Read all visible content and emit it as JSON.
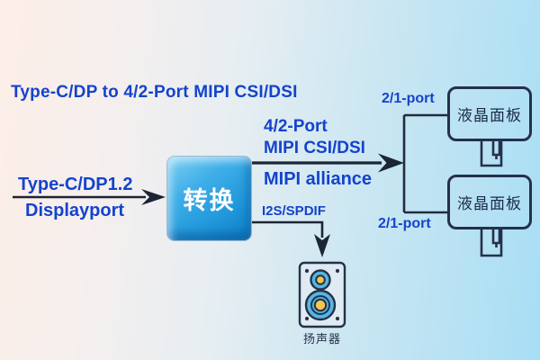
{
  "title": "Type-C/DP to 4/2-Port MIPI CSI/DSI",
  "diagram": {
    "input": {
      "protocol": "Type-C/DP1.2",
      "name": "Displayport"
    },
    "converter": {
      "label": "转换"
    },
    "video_output": {
      "port_desc": "4/2-Port",
      "interface": "MIPI CSI/DSI",
      "standard": "MIPI alliance"
    },
    "audio_output": {
      "interface": "I2S/SPDIF"
    },
    "displays": {
      "top_port_label": "2/1-port",
      "bottom_port_label": "2/1-port",
      "top_panel_label": "液晶面板",
      "bottom_panel_label": "液晶面板"
    },
    "speaker": {
      "label": "扬声器"
    }
  },
  "colors": {
    "text_blue": "#1443cd",
    "converter_blue": "#2aa3e3",
    "line_dark": "#222c3e",
    "panel_border_navy": "#25304a",
    "speaker_cone_blue": "#55b5e5",
    "speaker_center_yellow": "#f6c64a",
    "background_left": "#fdeee7",
    "background_right": "#a8def5"
  }
}
